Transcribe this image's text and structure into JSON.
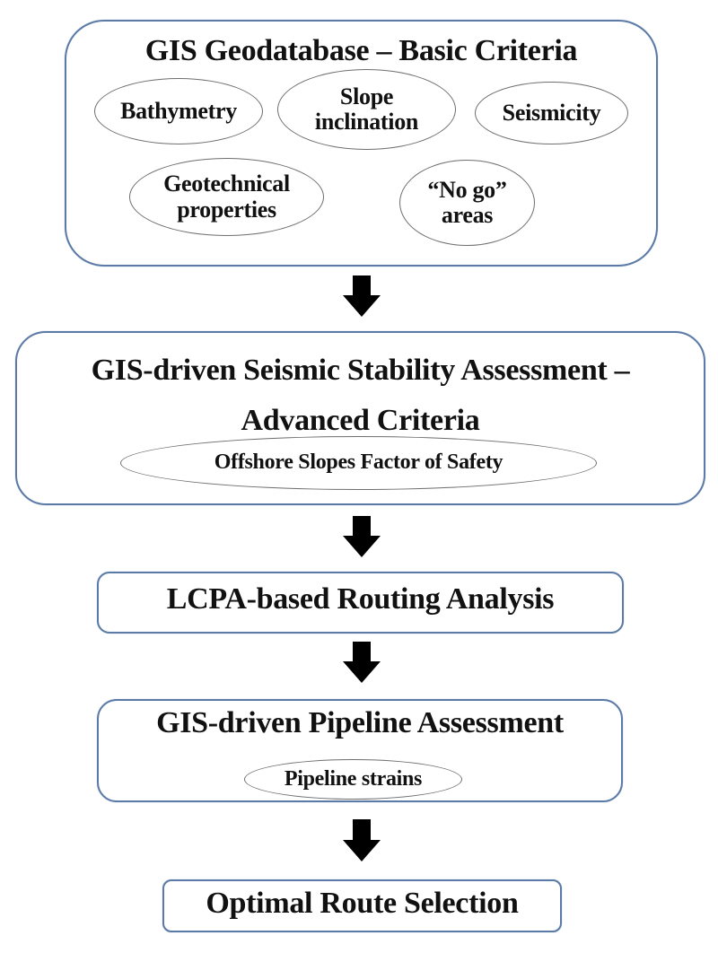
{
  "diagram": {
    "type": "flowchart",
    "direction": "top-to-bottom",
    "colors": {
      "box_border": "#5b7aa6",
      "oval_border": "#6e6e6e",
      "arrow": "#000000",
      "text": "#111111"
    },
    "steps": [
      {
        "id": "basic-criteria",
        "title": "GIS Geodatabase – Basic Criteria",
        "items": [
          "Bathymetry",
          "Slope inclination",
          "Seismicity",
          "Geotechnical properties",
          "“No go” areas"
        ],
        "item_lines": [
          [
            "Bathymetry"
          ],
          [
            "Slope",
            "inclination"
          ],
          [
            "Seismicity"
          ],
          [
            "Geotechnical",
            "properties"
          ],
          [
            "“No go”",
            "areas"
          ]
        ]
      },
      {
        "id": "seismic-stability",
        "title": "GIS-driven Seismic Stability Assessment – Advanced Criteria",
        "title_lines": [
          "GIS-driven Seismic Stability Assessment –",
          "Advanced Criteria"
        ],
        "items": [
          "Offshore Slopes Factor of Safety"
        ]
      },
      {
        "id": "routing",
        "title": "LCPA-based Routing Analysis",
        "items": []
      },
      {
        "id": "pipeline-assessment",
        "title": "GIS-driven Pipeline Assessment",
        "items": [
          "Pipeline strains"
        ]
      },
      {
        "id": "route-selection",
        "title": "Optimal Route Selection",
        "items": []
      }
    ],
    "arrows": [
      {
        "from": "basic-criteria",
        "to": "seismic-stability",
        "icon": "down-arrow-icon"
      },
      {
        "from": "seismic-stability",
        "to": "routing",
        "icon": "down-arrow-icon"
      },
      {
        "from": "routing",
        "to": "pipeline-assessment",
        "icon": "down-arrow-icon"
      },
      {
        "from": "pipeline-assessment",
        "to": "route-selection",
        "icon": "down-arrow-icon"
      }
    ]
  }
}
